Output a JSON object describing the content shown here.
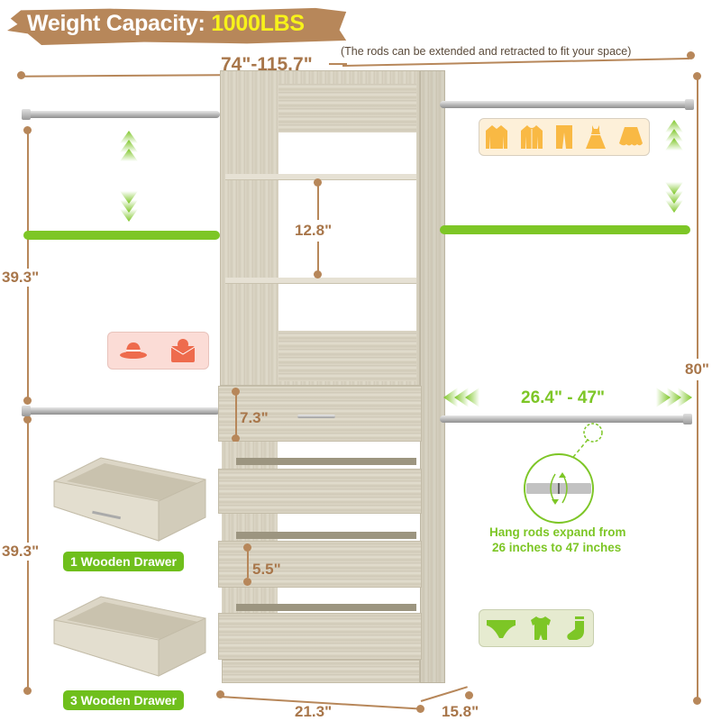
{
  "banner": {
    "label": "Weight Capacity:",
    "value": "1000LBS"
  },
  "dimensions": {
    "total_width": "74\"-115.7\"",
    "width_note": "(The rods can be extended and retracted to fit your space)",
    "height_total": "80\"",
    "upper_hang_height": "39.3\"",
    "lower_hang_height": "39.3\"",
    "shelf_spacing": "12.8\"",
    "top_drawer_height": "7.3\"",
    "open_drawer_height": "5.5\"",
    "cabinet_width": "21.3\"",
    "cabinet_depth": "15.8\"",
    "rod_range": "26.4\" - 47\""
  },
  "callouts": {
    "rod_expand_line1": "Hang rods expand from",
    "rod_expand_line2": "26 inches to 47 inches"
  },
  "drawer_labels": {
    "one_drawer": "1 Wooden Drawer",
    "three_drawer": "3 Wooden Drawer"
  },
  "icon_groups": {
    "hanging_clothes": [
      "shirt-icon",
      "jacket-icon",
      "pants-icon",
      "dress-icon",
      "skirt-icon"
    ],
    "accessories": [
      "hat-icon",
      "handbag-icon"
    ],
    "small_items": [
      "underwear-icon",
      "baby-onesie-icon",
      "sock-icon"
    ]
  },
  "colors": {
    "brown_accent": "#b7875a",
    "green_accent": "#7dc626",
    "banner_highlight": "#f7f21a",
    "clothes_icon": "#f9b944",
    "accessory_icon": "#ee6b4d"
  }
}
